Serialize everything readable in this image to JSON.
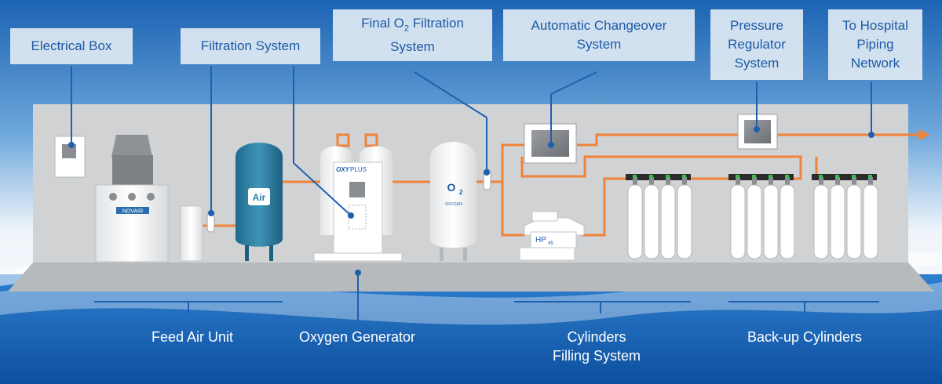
{
  "callouts": {
    "electrical_box": "Electrical Box",
    "filtration_system": "Filtration System",
    "final_o2_line1": "Final O",
    "final_o2_sub": "2",
    "final_o2_line1_rest": " Filtration",
    "final_o2_line2": "System",
    "changeover_line1": "Automatic Changeover",
    "changeover_line2": "System",
    "pressure_line1": "Pressure",
    "pressure_line2": "Regulator",
    "pressure_line3": "System",
    "hospital_line1": "To Hospital",
    "hospital_line2": "Piping",
    "hospital_line3": "Network"
  },
  "groups": {
    "feed_air_unit": "Feed Air Unit",
    "oxygen_generator": "Oxygen Generator",
    "cylinders_line1": "Cylinders",
    "cylinders_line2": "Filling System",
    "backup_cylinders": "Back-up Cylinders"
  },
  "equipment": {
    "compressor_badge": "NOVAIR",
    "air_tank": "Air",
    "generator_brand_a": "OXY",
    "generator_brand_b": "PLUS",
    "o2_tank_main": "O",
    "o2_tank_sub": "2",
    "o2_tank_small": "OXYGEN",
    "booster": "HP",
    "booster_sub": "45"
  },
  "colors": {
    "callout_text": "#1d5aa6",
    "pipe": "#f0823a",
    "leader": "#1f5fb0",
    "background_top": "#1a5fae",
    "floor": "#b9bcbf",
    "wall": "#cfd1d3"
  }
}
